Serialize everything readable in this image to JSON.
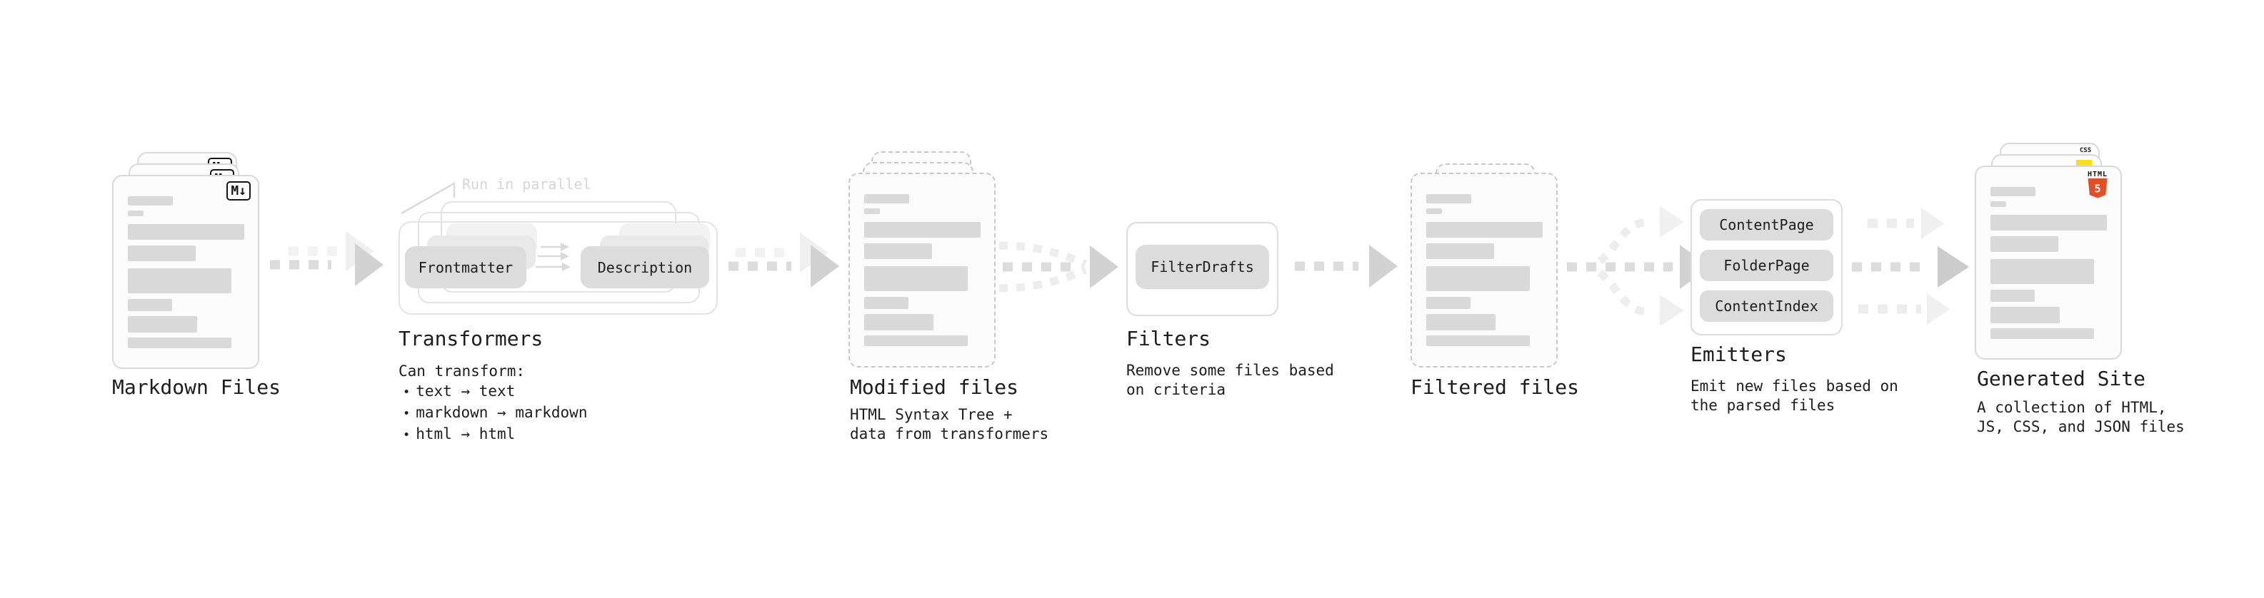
{
  "colors": {
    "background": "#ffffff",
    "doc_fill": "#fcfcfc",
    "doc_border": "#d9d9d9",
    "dashed_border": "#c8c8c8",
    "placeholder_bar": "#d9d9d9",
    "chip_fill": "#dcdcdc",
    "arrow": "#d2d2d2",
    "arrow_ghost": "#f1f1f1",
    "muted_note": "#d6d6d6",
    "text": "#1d1d1d",
    "html5_orange": "#e44d26",
    "js_yellow": "#f7df1e",
    "css_blue": "#2965f1"
  },
  "stages": {
    "markdown": {
      "title": "Markdown Files",
      "badge": "M↓"
    },
    "transformers": {
      "title": "Transformers",
      "note": "Run in parallel",
      "chip_input": "Frontmatter",
      "chip_output": "Description",
      "can_heading": "Can transform:",
      "bullet_char": "•",
      "bullets": [
        "text → text",
        "markdown → markdown",
        "html → html"
      ]
    },
    "modified": {
      "title": "Modified files",
      "subtitle": "HTML Syntax Tree +\ndata from transformers"
    },
    "filters": {
      "title": "Filters",
      "chip": "FilterDrafts",
      "subtitle": "Remove some files based\non criteria"
    },
    "filtered": {
      "title": "Filtered files"
    },
    "emitters": {
      "title": "Emitters",
      "chips": [
        "ContentPage",
        "FolderPage",
        "ContentIndex"
      ],
      "subtitle": "Emit new files based on\nthe parsed files"
    },
    "generated": {
      "title": "Generated Site",
      "subtitle": "A collection of HTML,\nJS, CSS, and JSON files",
      "html_badge_label": "HTML",
      "html_badge_number": "5",
      "css_badge_label": "CSS"
    }
  }
}
